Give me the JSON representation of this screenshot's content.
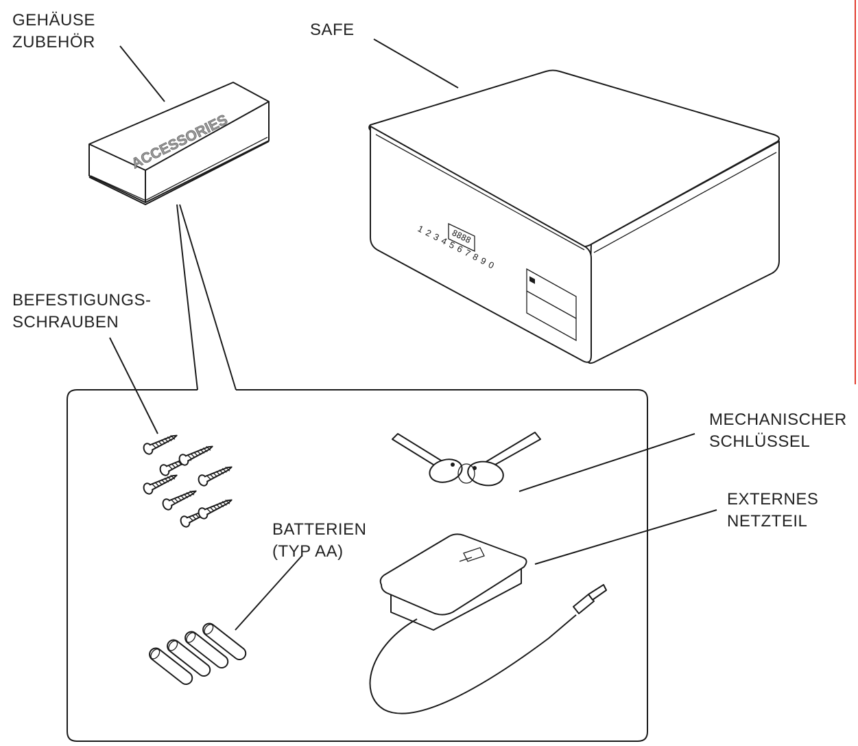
{
  "labels": {
    "gehaeuse": [
      "GEHÄUSE",
      "ZUBEHÖR"
    ],
    "safe": "SAFE",
    "befestigung": [
      "BEFESTIGUNGS-",
      "SCHRAUBEN"
    ],
    "schluessel": [
      "MECHANISCHER",
      "SCHLÜSSEL"
    ],
    "netzteil": [
      "EXTERNES",
      "NETZTEIL"
    ],
    "batterien": [
      "BATTERIEN",
      "(TYP AA)"
    ]
  },
  "box_text": "ACCESSORIES",
  "safe_panel": {
    "display": "8888",
    "keys": "1 2 3 4 5 6 7 8 9 0"
  },
  "colors": {
    "line": "#1a1a1a",
    "text": "#222222",
    "accent_edge": "#e23a2c"
  }
}
